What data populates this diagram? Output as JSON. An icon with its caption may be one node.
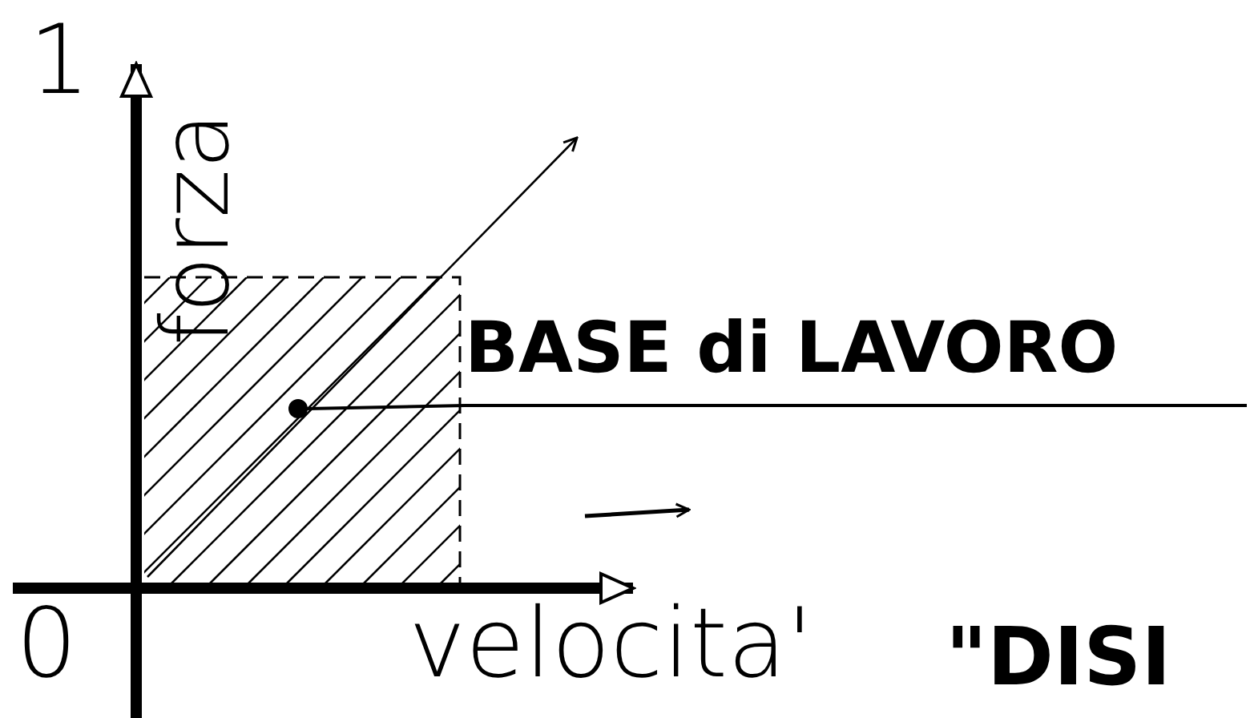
{
  "diagram": {
    "nodes": [
      {
        "text": [
          "BASE di LAVORO"
        ]
      },
      {
        "text": [],
        "shape": "circle"
      }
    ],
    "edges": [
      {
        "from": 0,
        "to": 1,
        "arrow": "none"
      }
    ],
    "labels": [
      "1",
      "forza",
      "0",
      "velocita'",
      "\"DISI"
    ]
  }
}
